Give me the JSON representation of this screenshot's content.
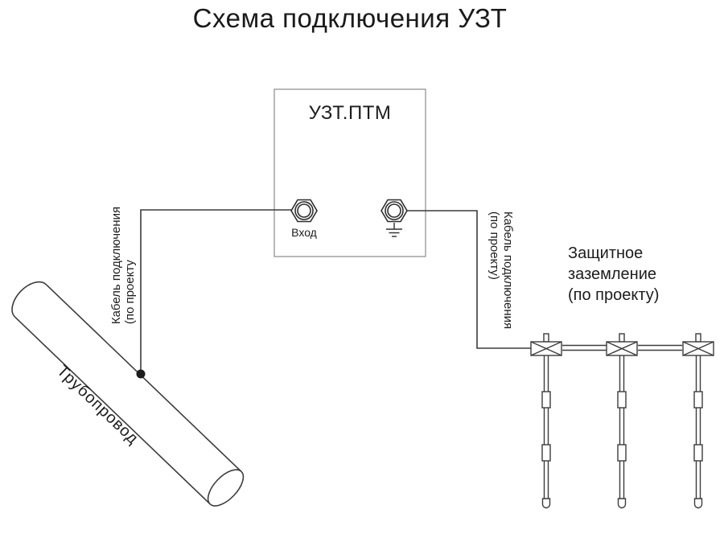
{
  "title": "Схема подключения УЗТ",
  "device": {
    "label": "УЗТ.ПТМ",
    "input_label": "Вход"
  },
  "cable_left": {
    "line1": "Кабель подключения",
    "line2": "(по проекту"
  },
  "cable_right": {
    "line1": "Кабель подключения",
    "line2": "(по проекту)"
  },
  "pipe": {
    "label": "Трубопровод"
  },
  "grounding": {
    "line1": "Защитное",
    "line2": "заземление",
    "line3": "(по проекту)",
    "electrodes": 3
  },
  "icons": {
    "input_terminal": "hex-nut-terminal-icon",
    "ground_terminal": "hex-nut-terminal-icon",
    "ground_symbol": "earth-ground-icon",
    "electrode_coupler": "crossed-box-icon",
    "connection_point": "junction-dot-icon"
  },
  "colors": {
    "background": "#ffffff",
    "line": "#3c3c3c",
    "box_border": "#9b9b9b",
    "text": "#1c1c1c"
  }
}
